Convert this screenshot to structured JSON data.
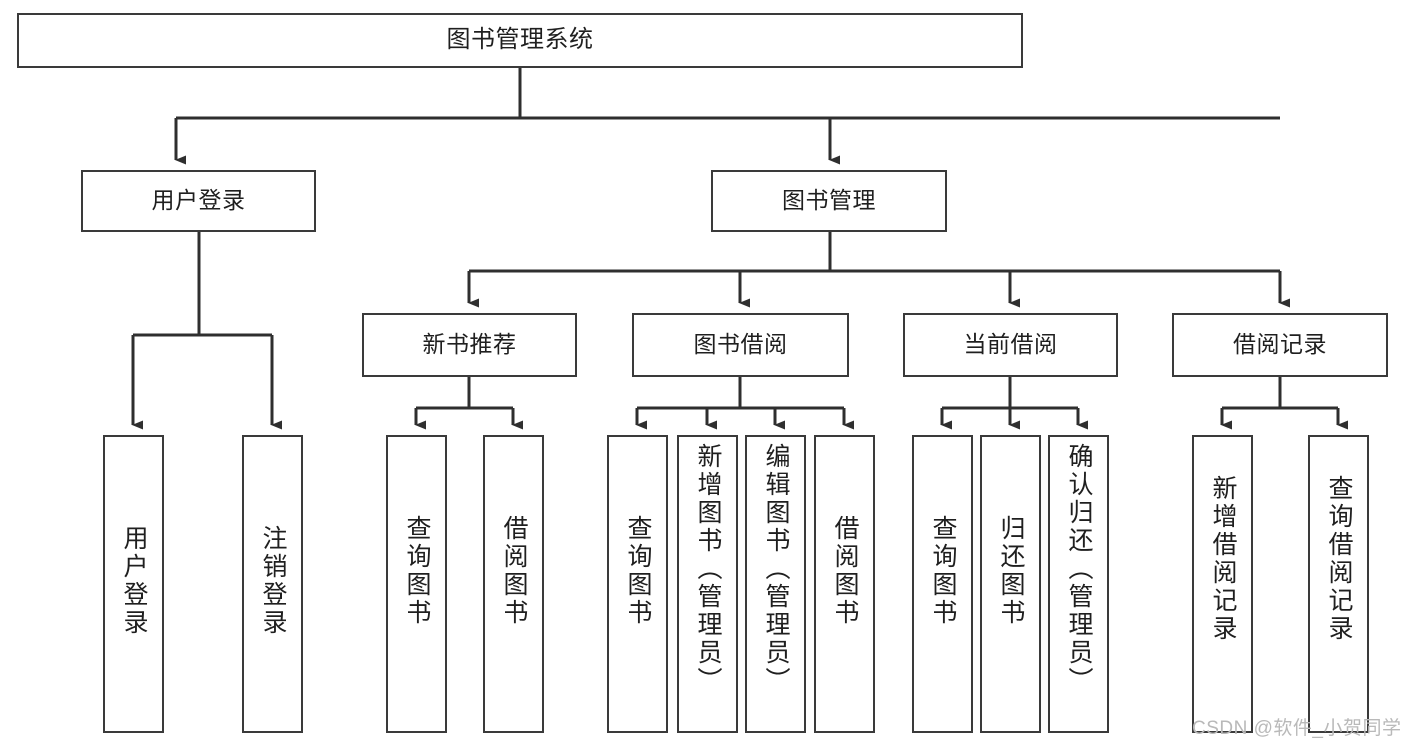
{
  "diagram": {
    "title": "图书管理系统",
    "type": "tree",
    "orientation": "top-down",
    "colors": {
      "box_border": "#3a3a3a",
      "box_fill": "#ffffff",
      "edge": "#2f2f2f",
      "text": "#1f1f1f",
      "watermark": "#b9b9b9",
      "background": "#ffffff"
    },
    "watermark": "CSDN @软件_小贺同学",
    "nodes": {
      "root": {
        "label": "图书管理系统"
      },
      "level2": [
        {
          "id": "user-login",
          "label": "用户登录"
        },
        {
          "id": "book-manage",
          "label": "图书管理"
        }
      ],
      "level3": [
        {
          "id": "new-book-recommend",
          "label": "新书推荐"
        },
        {
          "id": "book-borrow",
          "label": "图书借阅"
        },
        {
          "id": "current-borrow",
          "label": "当前借阅"
        },
        {
          "id": "borrow-record",
          "label": "借阅记录"
        }
      ],
      "leaves": {
        "user_login": [
          {
            "id": "leaf-user-login",
            "label": "用户登录"
          },
          {
            "id": "leaf-logout-login",
            "label": "注销登录"
          }
        ],
        "new_book_recommend": [
          {
            "id": "leaf-query-book-1",
            "label": "查询图书"
          },
          {
            "id": "leaf-borrow-book-1",
            "label": "借阅图书"
          }
        ],
        "book_borrow": [
          {
            "id": "leaf-query-book-2",
            "label": "查询图书"
          },
          {
            "id": "leaf-add-book",
            "label": "新增图书（管理员）"
          },
          {
            "id": "leaf-edit-book",
            "label": "编辑图书（管理员）"
          },
          {
            "id": "leaf-borrow-book-2",
            "label": "借阅图书"
          }
        ],
        "current_borrow": [
          {
            "id": "leaf-query-book-3",
            "label": "查询图书"
          },
          {
            "id": "leaf-return-book",
            "label": "归还图书"
          },
          {
            "id": "leaf-confirm-return",
            "label": "确认归还（管理员）"
          }
        ],
        "borrow_record": [
          {
            "id": "leaf-add-record",
            "label": "新增借阅记录"
          },
          {
            "id": "leaf-query-record",
            "label": "查询借阅记录"
          }
        ]
      }
    }
  }
}
